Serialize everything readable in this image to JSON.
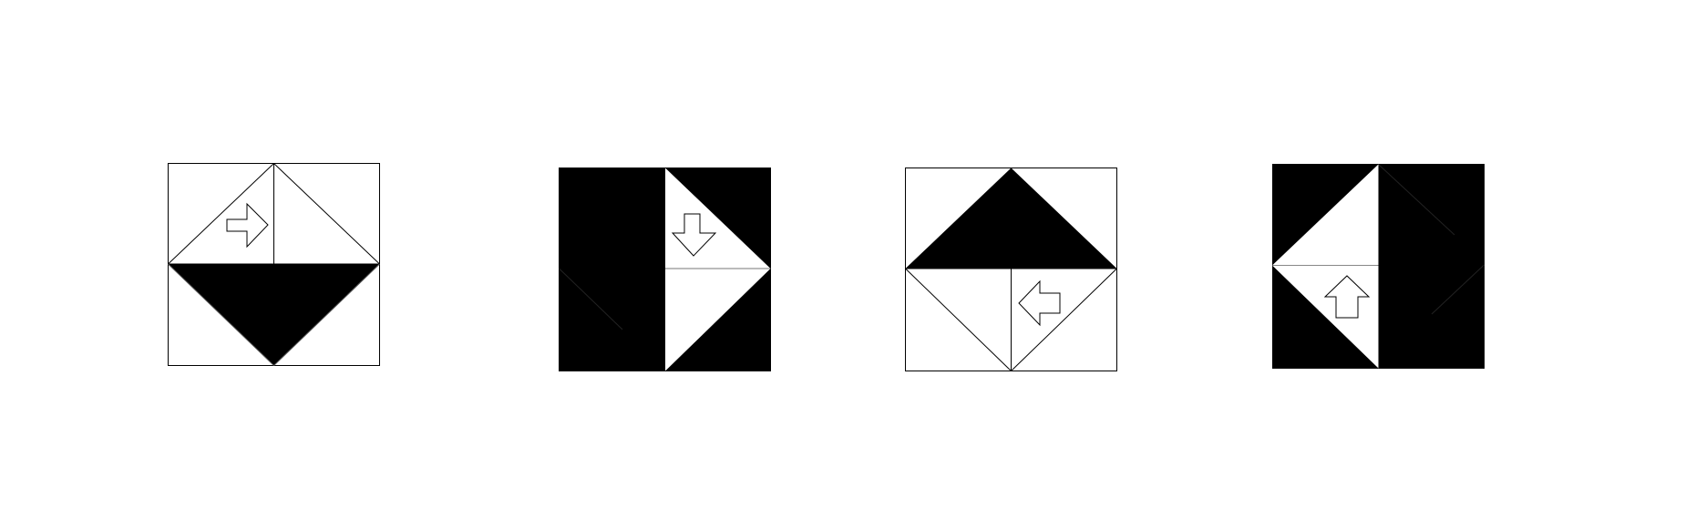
{
  "colors": {
    "background": "#ffffff",
    "ink": "#000000",
    "fill_dark": "#000000",
    "fill_light": "#ffffff"
  },
  "panels": [
    {
      "id": 1,
      "arrow": "right",
      "dark_regions": [
        "bottom-triangle"
      ]
    },
    {
      "id": 2,
      "arrow": "down",
      "dark_regions": [
        "left-half",
        "top-right-corner",
        "bottom-right-corner"
      ]
    },
    {
      "id": 3,
      "arrow": "left",
      "dark_regions": [
        "top-triangle"
      ]
    },
    {
      "id": 4,
      "arrow": "up",
      "dark_regions": [
        "top-left-corner",
        "top-right-quadrant",
        "bottom-left-corner",
        "bottom-right-quadrant"
      ]
    }
  ]
}
